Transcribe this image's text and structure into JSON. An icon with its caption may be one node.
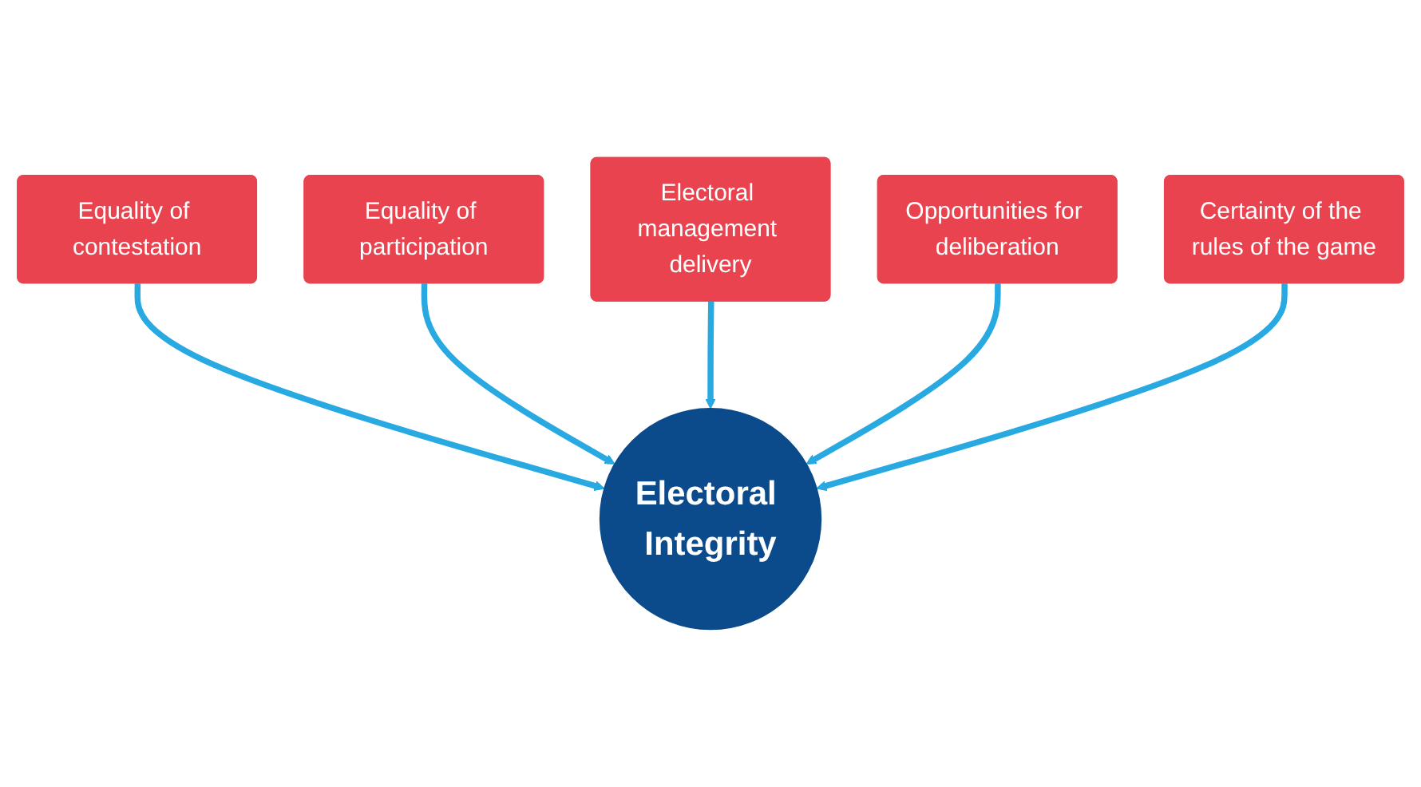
{
  "diagram": {
    "nodes": [
      {
        "text": [
          "Equality of participation"
        ]
      },
      {
        "text": [
          "Equality of contestation"
        ]
      },
      {
        "text": [
          "Electoral management delivery"
        ]
      },
      {
        "text": [
          "Opportunities for deliberation"
        ]
      },
      {
        "text": [
          "Electoral Integrity"
        ]
      },
      {
        "text": [
          "Certainty of the rules of the game"
        ]
      }
    ],
    "edges": [
      {
        "from": 1,
        "to": 4,
        "arrow": "to"
      },
      {
        "from": 0,
        "to": 4,
        "arrow": "to"
      },
      {
        "from": 2,
        "to": 4,
        "arrow": "to"
      },
      {
        "from": 3,
        "to": 4,
        "arrow": "to"
      },
      {
        "from": 5,
        "to": 4,
        "arrow": "to"
      }
    ]
  }
}
